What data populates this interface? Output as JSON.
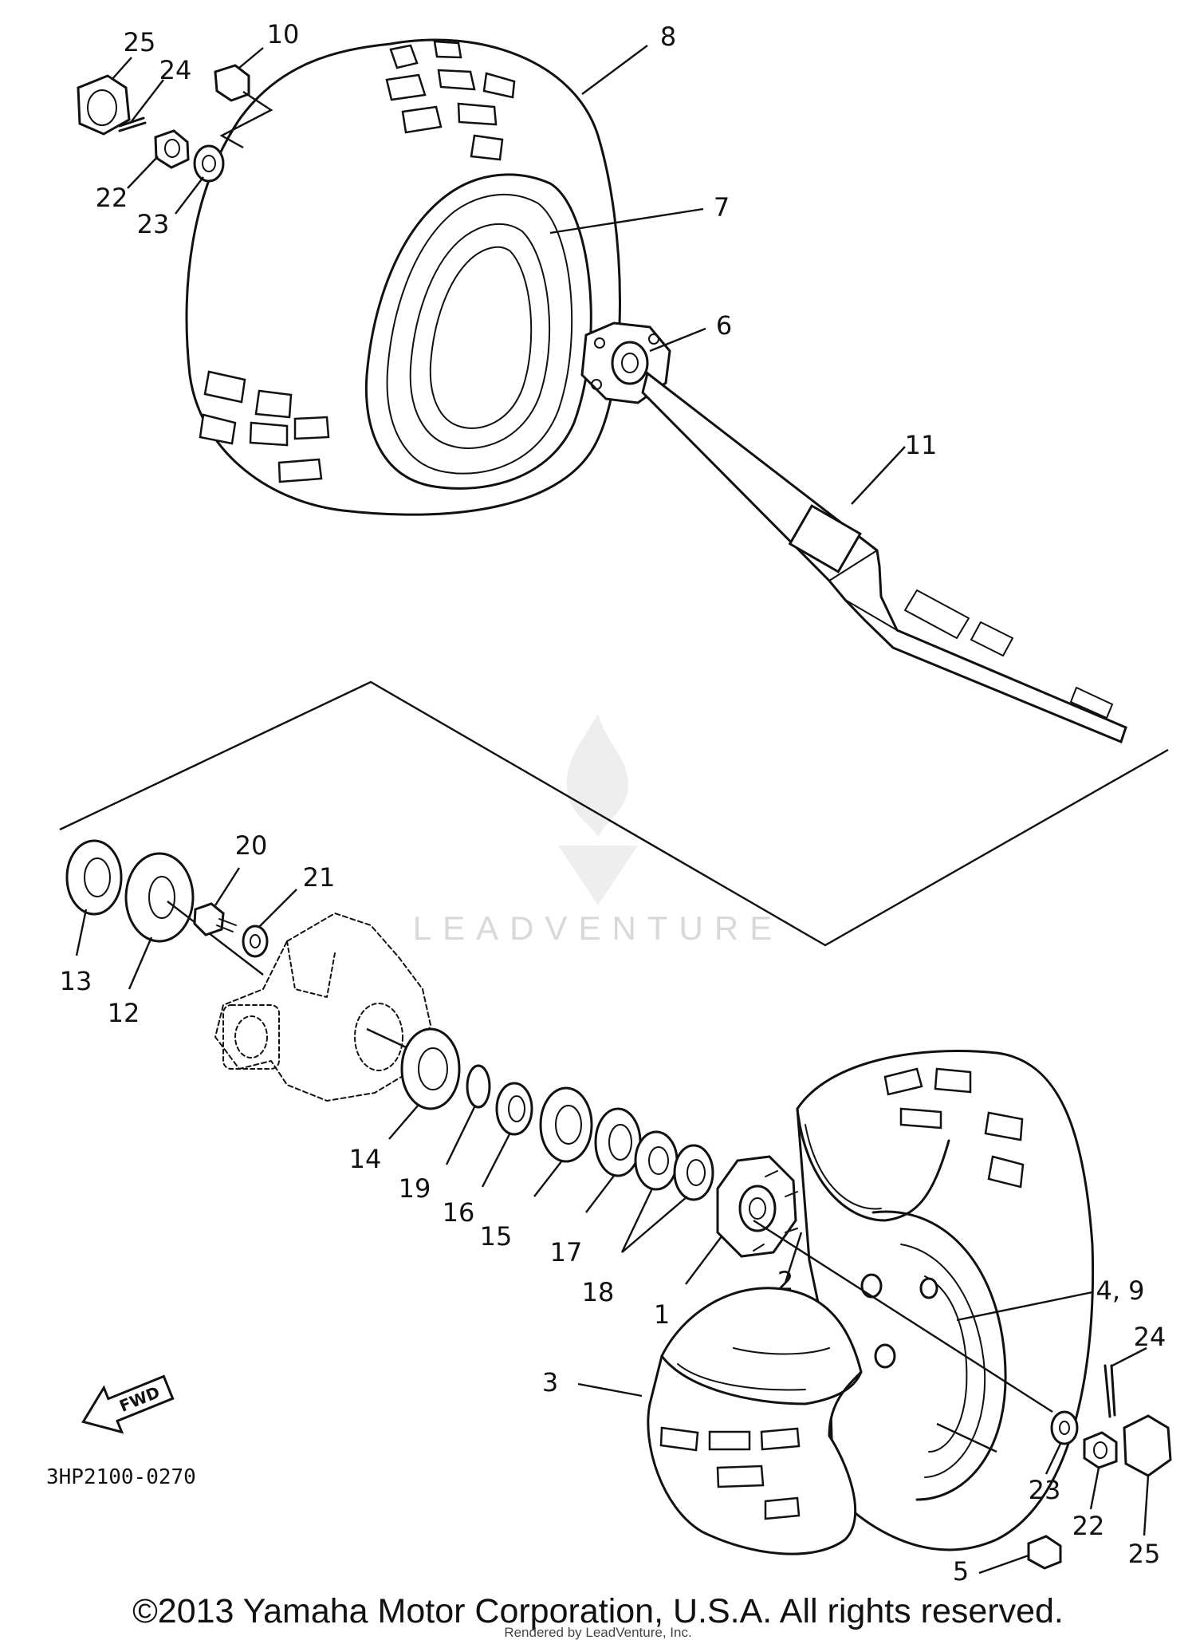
{
  "diagram": {
    "drawing_number": "3HP2100-0270",
    "fwd_label": "FWD",
    "watermark": "LEADVENTURE",
    "copyright": "©2013 Yamaha Motor Corporation, U.S.A. All rights reserved.",
    "rendered_by": "Rendered by LeadVenture, Inc.",
    "labels": {
      "p1": "1",
      "p2": "2",
      "p3": "3",
      "p49": "4, 9",
      "p5": "5",
      "p6": "6",
      "p7": "7",
      "p8": "8",
      "p10": "10",
      "p11": "11",
      "p12": "12",
      "p13": "13",
      "p14": "14",
      "p15": "15",
      "p16": "16",
      "p17": "17",
      "p18": "18",
      "p19": "19",
      "p20": "20",
      "p21": "21",
      "p22a": "22",
      "p23a": "23",
      "p24a": "24",
      "p25a": "25",
      "p22b": "22",
      "p23b": "23",
      "p24b": "24",
      "p25b": "25"
    }
  }
}
